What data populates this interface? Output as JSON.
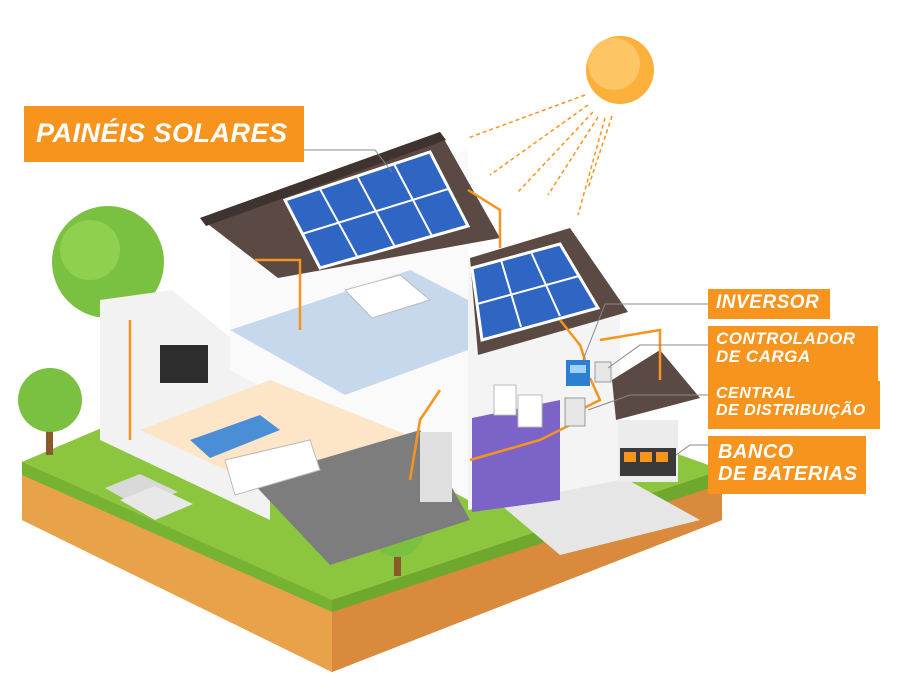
{
  "labels": {
    "solar_panels": "PAINÉIS SOLARES",
    "inverter": "INVERSOR",
    "charge_controller": [
      "CONTROLADOR",
      "DE CARGA"
    ],
    "distribution": [
      "CENTRAL",
      "DE DISTRIBUIÇÃO"
    ],
    "battery_bank": [
      "BANCO",
      "DE BATERIAS"
    ]
  },
  "colors": {
    "accent": "#f7941d",
    "label_text": "#ffffff",
    "grass": "#8cc63f",
    "soil": "#e8a24a",
    "roof": "#5b4a44",
    "panel": "#2f66c4",
    "sun": "#fbb03b",
    "wire": "#f7941d"
  }
}
